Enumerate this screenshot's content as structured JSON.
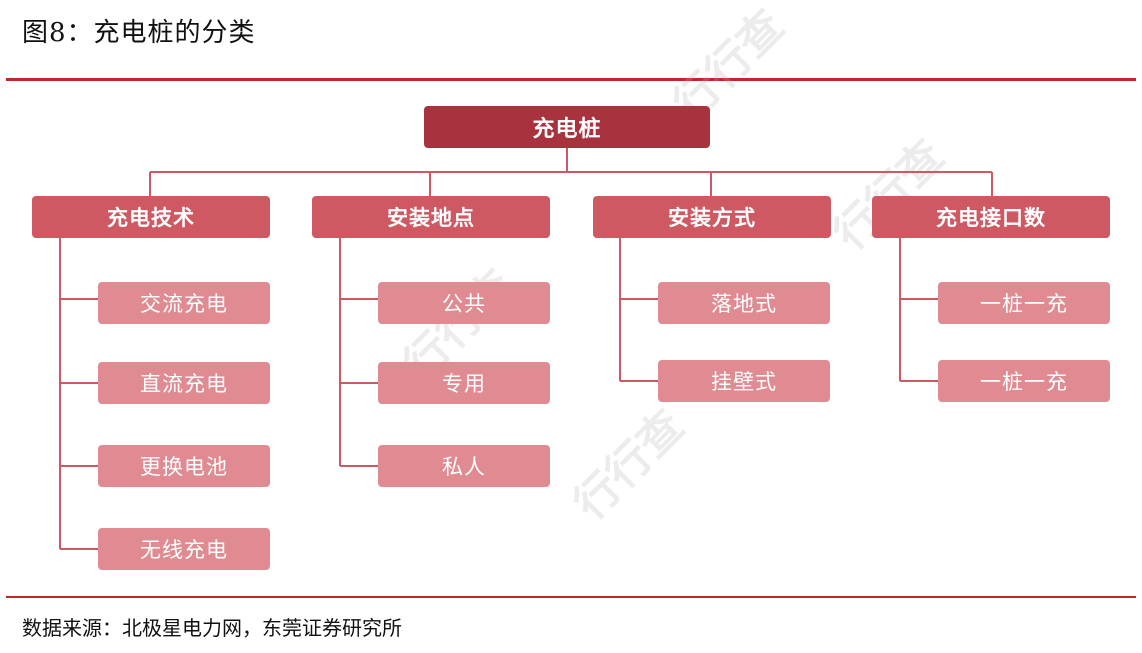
{
  "figure": {
    "title": "图8：充电桩的分类",
    "source": "数据来源：北极星电力网，东莞证券研究所"
  },
  "watermark": "行行查",
  "tree": {
    "root": "充电桩",
    "categories": [
      {
        "label": "充电技术",
        "children": [
          "交流充电",
          "直流充电",
          "更换电池",
          "无线充电"
        ]
      },
      {
        "label": "安装地点",
        "children": [
          "公共",
          "专用",
          "私人"
        ]
      },
      {
        "label": "安装方式",
        "children": [
          "落地式",
          "挂壁式"
        ]
      },
      {
        "label": "充电接口数",
        "children": [
          "一桩一充",
          "一桩一充"
        ]
      }
    ]
  },
  "colors": {
    "rule": "#c0262c",
    "root_fill": "#a8323d",
    "category_fill": "#cf5962",
    "leaf_fill": "#e08b92",
    "connector": "#cf5962"
  }
}
